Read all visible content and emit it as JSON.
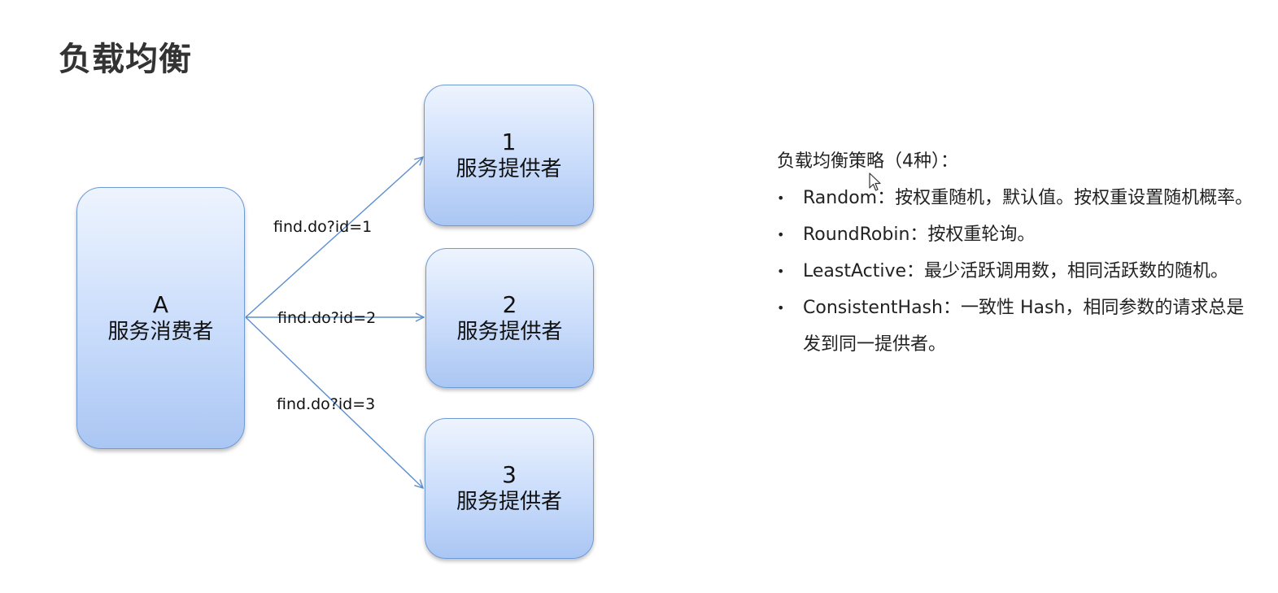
{
  "title": "负载均衡",
  "consumer": {
    "id": "A",
    "role": "服务消费者"
  },
  "providers": [
    {
      "id": "1",
      "role": "服务提供者"
    },
    {
      "id": "2",
      "role": "服务提供者"
    },
    {
      "id": "3",
      "role": "服务提供者"
    }
  ],
  "edges": [
    {
      "label": "find.do?id=1"
    },
    {
      "label": "find.do?id=2"
    },
    {
      "label": "find.do?id=3"
    }
  ],
  "strategy": {
    "heading": "负载均衡策略（4种）：",
    "items": [
      {
        "text": "Random：按权重随机，默认值。按权重设置随机概率。"
      },
      {
        "text": "RoundRobin：按权重轮询。"
      },
      {
        "text": "LeastActive：最少活跃调用数，相同活跃数的随机。"
      },
      {
        "text": "ConsistentHash：一致性 Hash，相同参数的请求总是发到同一提供者。"
      }
    ]
  },
  "colors": {
    "node_border": "#6f9ad6",
    "node_fill_top": "#eef4fe",
    "node_fill_bottom": "#aac6f3",
    "edge": "#5b8fd0"
  },
  "icons": {
    "cursor": "mouse-pointer-icon",
    "bullet": "bullet-dot"
  }
}
